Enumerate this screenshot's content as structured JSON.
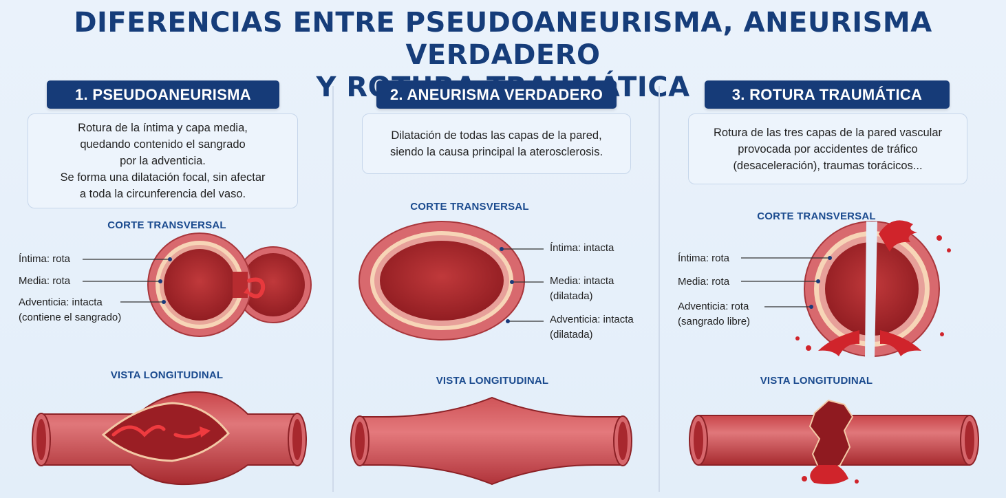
{
  "title": {
    "line1": "DIFERENCIAS ENTRE PSEUDOANEURISMA, ANEURISMA VERDADERO",
    "line2": "Y ROTURA TRAUMÁTICA"
  },
  "colors": {
    "header_bg": "#163b78",
    "label_blue": "#1a4a8e",
    "vessel_outer": "#d8696e",
    "vessel_inner": "#b72c30",
    "media_layer": "#f7d5b7",
    "blood": "#d0242b"
  },
  "columns": [
    {
      "header": "1. PSEUDOANEURISMA",
      "description": [
        "Rotura de la íntima y capa media,",
        "quedando contenido el sangrado",
        "por la adventicia.",
        "Se forma una dilatación focal, sin afectar",
        "a toda la circunferencia del vaso."
      ],
      "cross_section_label": "CORTE TRANSVERSAL",
      "callouts": [
        {
          "line1": "Íntima: rota",
          "line2": ""
        },
        {
          "line1": "Media: rota",
          "line2": ""
        },
        {
          "line1": "Adventicia: intacta",
          "line2": "(contiene el sangrado)"
        }
      ],
      "longitudinal_label": "VISTA LONGITUDINAL"
    },
    {
      "header": "2. ANEURISMA VERDADERO",
      "description": [
        "Dilatación de todas las capas de la pared,",
        "siendo la causa principal la aterosclerosis."
      ],
      "cross_section_label": "CORTE TRANSVERSAL",
      "callouts": [
        {
          "line1": "Íntima: intacta",
          "line2": ""
        },
        {
          "line1": "Media: intacta",
          "line2": "(dilatada)"
        },
        {
          "line1": "Adventicia: intacta",
          "line2": "(dilatada)"
        }
      ],
      "longitudinal_label": "VISTA LONGITUDINAL"
    },
    {
      "header": "3. ROTURA TRAUMÁTICA",
      "description": [
        "Rotura de las tres capas de la pared vascular",
        "provocada por accidentes de tráfico",
        "(desaceleración), traumas torácicos..."
      ],
      "cross_section_label": "CORTE TRANSVERSAL",
      "callouts": [
        {
          "line1": "Íntima: rota",
          "line2": ""
        },
        {
          "line1": "Media: rota",
          "line2": ""
        },
        {
          "line1": "Adventicia: rota",
          "line2": "(sangrado libre)"
        }
      ],
      "longitudinal_label": "VISTA LONGITUDINAL"
    }
  ]
}
